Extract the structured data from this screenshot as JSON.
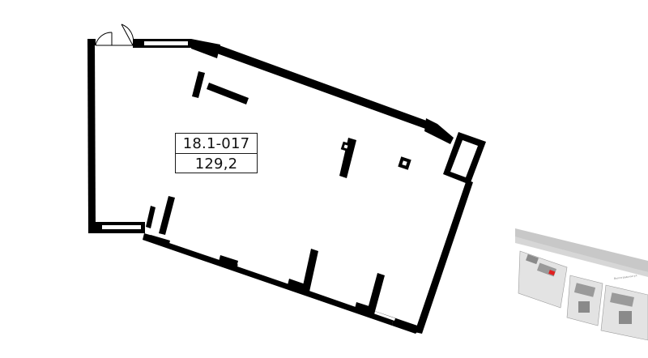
{
  "unit": {
    "number": "18.1-017",
    "area": "129,2"
  },
  "colors": {
    "wall": "#000000",
    "window": "#ffffff",
    "background": "#ffffff",
    "minimap_road": "#c8c8c8",
    "minimap_block": "#e3e3e3",
    "minimap_highlight": "#e02020"
  },
  "minimap": {
    "street_label": "Волгоградская ул."
  }
}
